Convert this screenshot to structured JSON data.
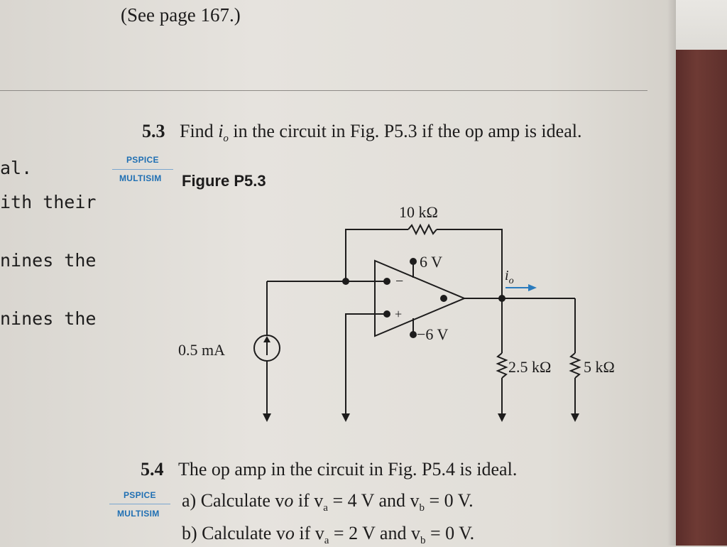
{
  "header": {
    "see_page": "(See page 167.)"
  },
  "left_margin": {
    "line1": "al.",
    "line2": "ith their",
    "line3": "nines the",
    "line4": "nines the"
  },
  "problem_5_3": {
    "number": "5.3",
    "text_before": "Find ",
    "var_i": "i",
    "var_sub": "o",
    "text_after": " in the circuit in Fig. P5.3 if the op amp is ideal.",
    "badge_top": "PSPICE",
    "badge_bottom": "MULTISIM",
    "figure_label": "Figure P5.3"
  },
  "circuit": {
    "r_feedback": "10 kΩ",
    "v_pos": "6 V",
    "v_neg": "−6 V",
    "current_source": "0.5 mA",
    "r_load1": "2.5 kΩ",
    "r_load2": "5 kΩ",
    "minus_sign": "−",
    "plus_sign": "+",
    "io_i": "i",
    "io_sub": "o"
  },
  "problem_5_4": {
    "number": "5.4",
    "text": "The op amp in the circuit in Fig. P5.4 is ideal.",
    "badge_top": "PSPICE",
    "badge_bottom": "MULTISIM",
    "a": "a) Calculate v",
    "a_rest": " if v",
    "a_sub_a": "a",
    "a_eq": " = 4 V and v",
    "a_sub_b": "b",
    "a_end": " = 0 V.",
    "b": "b) Calculate v",
    "b_rest": " if v",
    "b_sub_a": "a",
    "b_eq": " = 2 V and v",
    "b_sub_b": "b",
    "b_end": " = 0 V."
  },
  "colors": {
    "accent_blue": "#1f6fb3",
    "ink": "#1d1c1c",
    "spine": "#6e3a34"
  }
}
